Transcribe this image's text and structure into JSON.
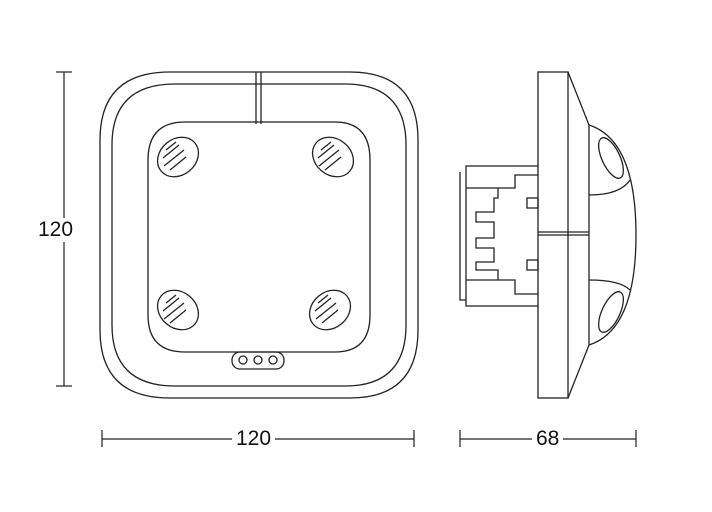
{
  "dimensions": {
    "height_label": "120",
    "width_label": "120",
    "depth_label": "68"
  }
}
